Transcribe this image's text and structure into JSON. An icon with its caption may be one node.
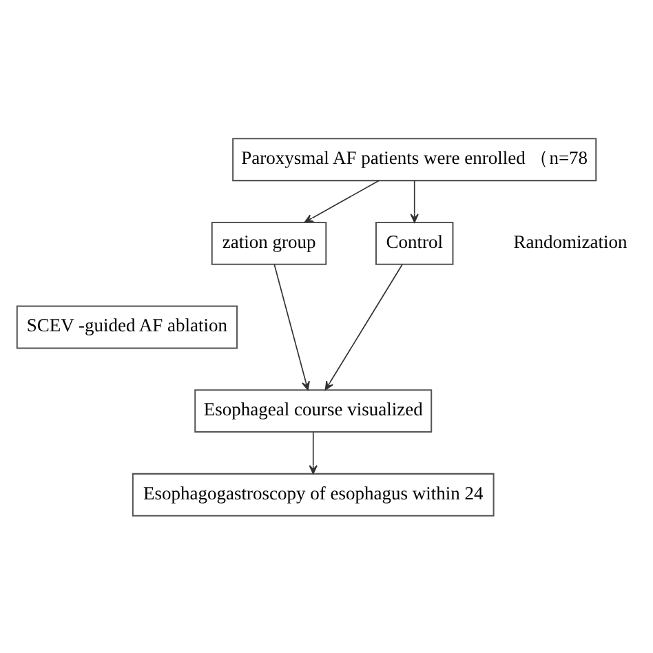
{
  "diagram": {
    "nodes": [
      {
        "text": [
          "Paroxysmal AF patients were enrolled （n=78"
        ]
      },
      {
        "text": [
          "zation group"
        ]
      },
      {
        "text": [
          "Control"
        ]
      },
      {
        "text": [
          "SCEV -guided AF ablation"
        ]
      },
      {
        "text": [
          "Esophageal course visualized"
        ]
      },
      {
        "text": [
          "Esophagogastroscopy of esophagus within 24"
        ]
      }
    ],
    "edges": [
      {
        "from": 0,
        "to": 1,
        "arrow": "to"
      },
      {
        "from": 0,
        "to": 2,
        "arrow": "to"
      },
      {
        "from": 1,
        "to": 4,
        "arrow": "to"
      },
      {
        "from": 2,
        "to": 4,
        "arrow": "to"
      },
      {
        "from": 4,
        "to": 5,
        "arrow": "to"
      }
    ],
    "labels": [
      "Randomization"
    ]
  }
}
